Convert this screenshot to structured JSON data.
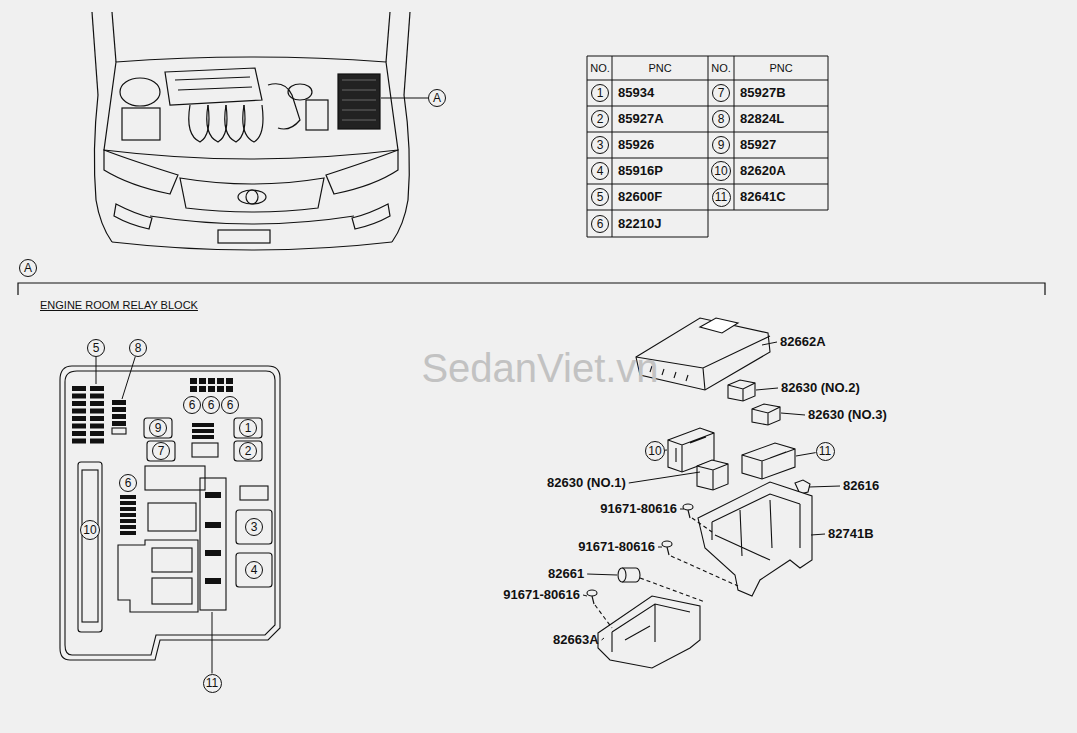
{
  "diagram": {
    "title": "ENGINE ROOM RELAY BLOCK",
    "nodes": [
      {
        "text": [
          "A"
        ]
      },
      {
        "text": [
          "1"
        ]
      },
      {
        "text": [
          "7"
        ]
      },
      {
        "text": [
          "2"
        ]
      },
      {
        "text": [
          "8"
        ]
      },
      {
        "text": [
          "3"
        ]
      },
      {
        "text": [
          "9"
        ]
      },
      {
        "text": [
          "4"
        ]
      },
      {
        "text": [
          "10"
        ]
      },
      {
        "text": [
          "5"
        ]
      },
      {
        "text": [
          "11"
        ]
      },
      {
        "text": [
          "6"
        ]
      },
      {
        "text": [
          "A"
        ]
      },
      {
        "text": [
          "5"
        ]
      },
      {
        "text": [
          "8"
        ]
      },
      {
        "text": [
          "6"
        ]
      },
      {
        "text": [
          "6"
        ]
      },
      {
        "text": [
          "6"
        ]
      },
      {
        "text": [
          "9"
        ]
      },
      {
        "text": [
          "1"
        ]
      },
      {
        "text": [
          "7"
        ]
      },
      {
        "text": [
          "2"
        ]
      },
      {
        "text": [
          "6"
        ]
      },
      {
        "text": [
          "10"
        ]
      },
      {
        "text": [
          "3"
        ]
      },
      {
        "text": [
          "4"
        ]
      },
      {
        "text": [
          "11"
        ]
      },
      {
        "text": [
          "10"
        ]
      },
      {
        "text": [
          "11"
        ]
      }
    ],
    "labels": [
      "NO.",
      "PNC",
      "NO.",
      "PNC",
      "85934",
      "85927B",
      "85927A",
      "82824L",
      "85926",
      "85927",
      "85916P",
      "82620A",
      "82600F",
      "82641C",
      "82210J",
      "SedanViet.vn",
      "82662A",
      "82630 (NO.2)",
      "82630 (NO.3)",
      "82630 (NO.1)",
      "82616",
      "91671-80616",
      "82741B",
      "91671-80616",
      "82661",
      "91671-80616",
      "82663A"
    ]
  }
}
